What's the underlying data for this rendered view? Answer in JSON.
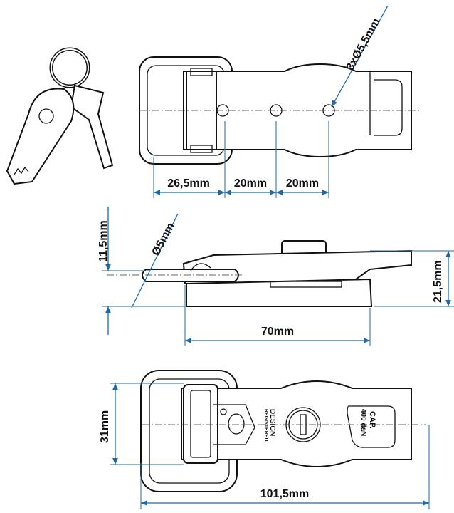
{
  "dimensions": {
    "holes": "3xØ5,5mm",
    "top_a": "26,5mm",
    "top_b": "20mm",
    "top_c": "20mm",
    "side_height_left": "11,5mm",
    "pin_diameter": "Ø5mm",
    "side_length": "70mm",
    "side_height_right": "21,5mm",
    "width": "31mm",
    "length": "101,5mm"
  },
  "markings": {
    "design_line1": "DESIGN",
    "design_line2": "REGISTERED",
    "cap_line1": "CAP.",
    "cap_line2": "400 daN"
  },
  "colors": {
    "dimension": "#1e6aa8",
    "outline": "#111111"
  }
}
